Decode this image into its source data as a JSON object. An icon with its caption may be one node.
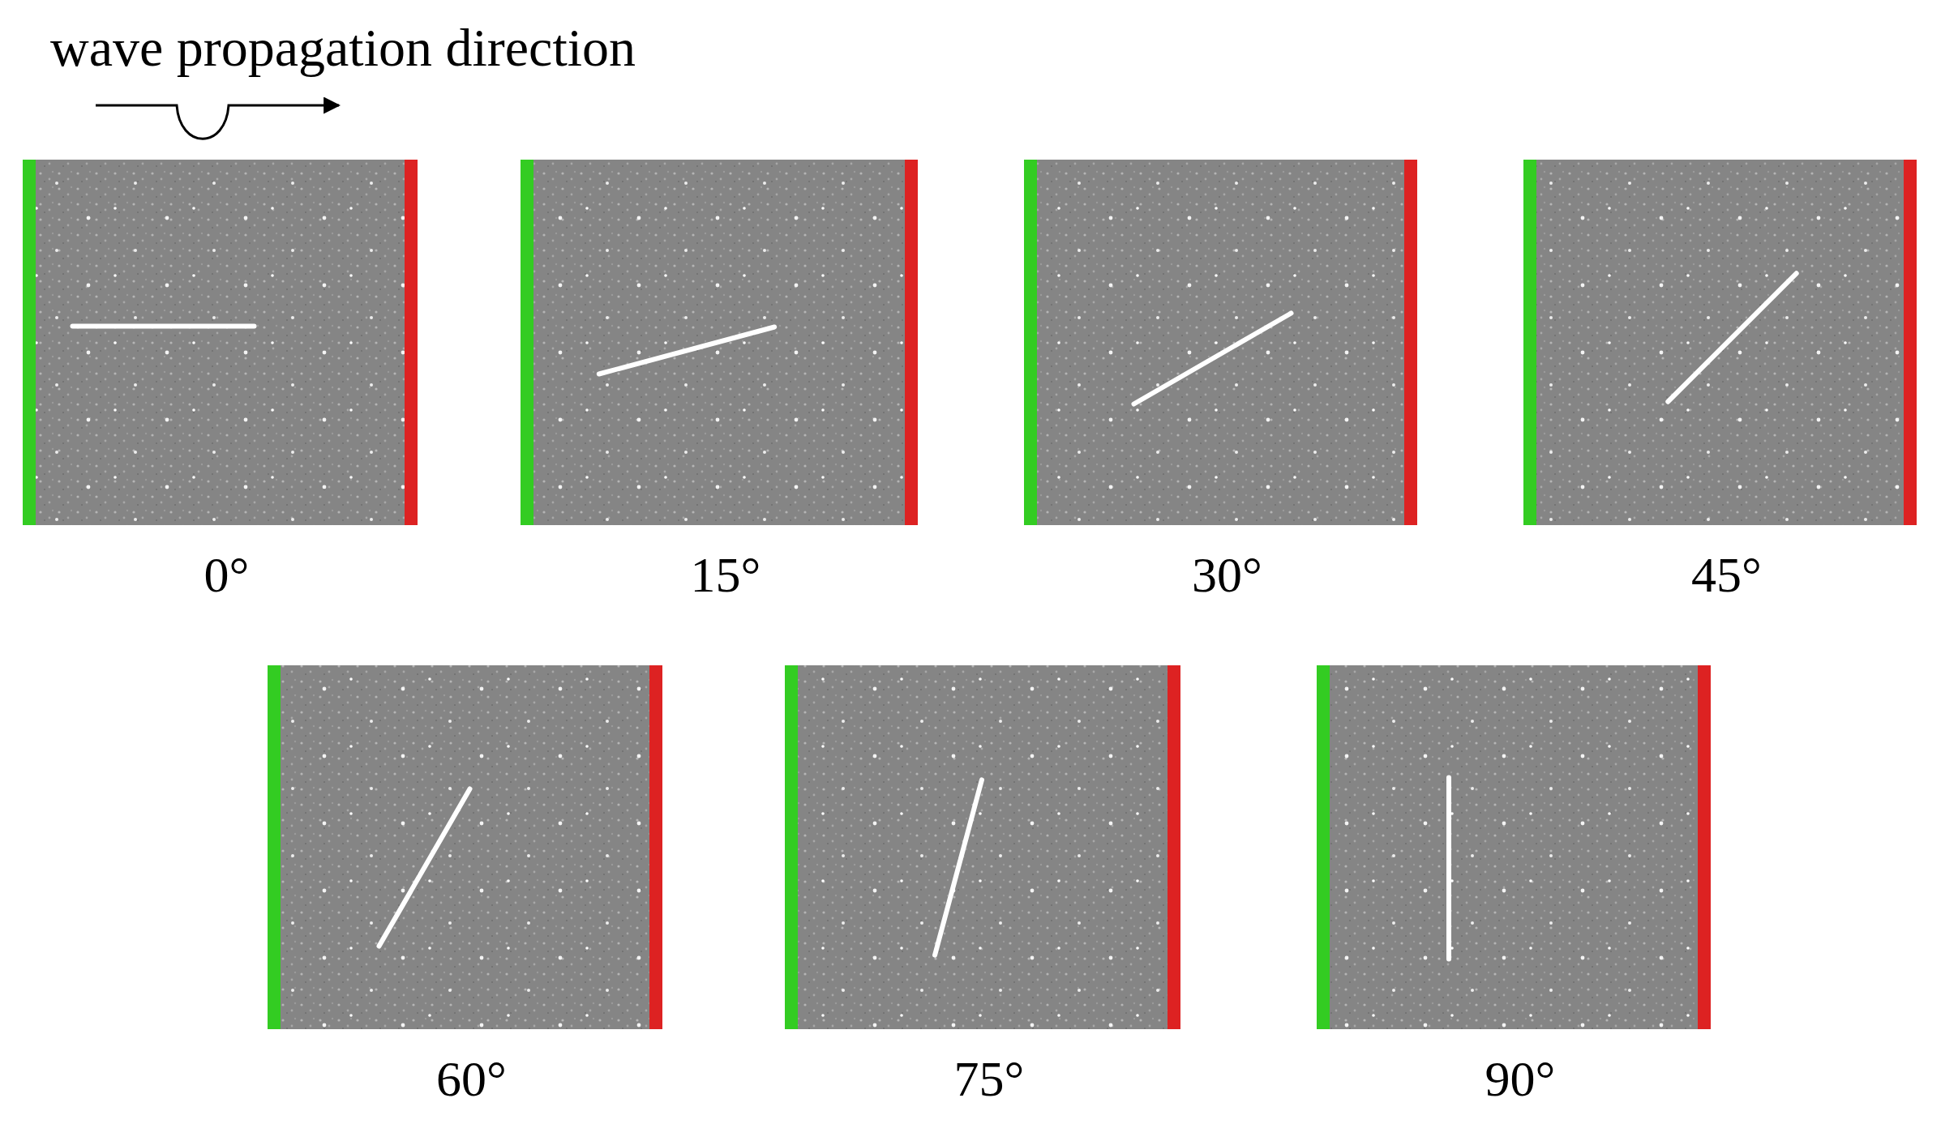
{
  "diagram": {
    "labels": [
      "wave propagation direction",
      "0°",
      "15°",
      "30°",
      "45°",
      "60°",
      "75°",
      "90°"
    ]
  }
}
